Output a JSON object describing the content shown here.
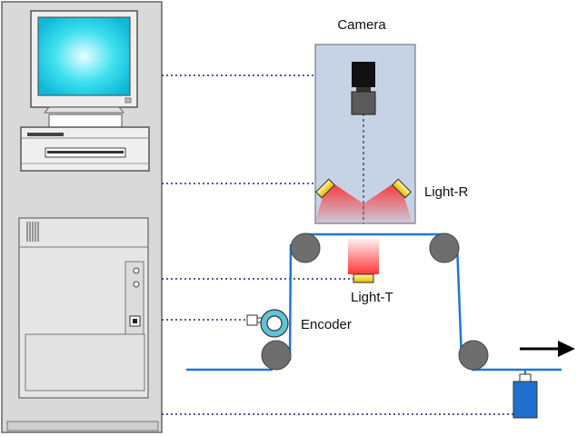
{
  "labels": {
    "camera": "Camera",
    "light_r": "Light-R",
    "light_t": "Light-T",
    "encoder": "Encoder"
  },
  "icons": {
    "cabinet": "computer-cabinet-icon",
    "monitor": "crt-monitor-icon",
    "printer": "printer-icon",
    "camera": "camera-icon",
    "light_r": "reflective-light-icon",
    "light_t": "transmissive-light-icon",
    "encoder": "rotary-encoder-icon",
    "sensor": "trigger-sensor-icon",
    "direction": "direction-arrow-icon"
  },
  "colors": {
    "cabinet": "#d9d9d9",
    "web": "#1f77d4",
    "roller": "#6e6e6e",
    "light_beam": "#ff2a2a",
    "lamp": "#ffe600",
    "encoder_ring": "#5fc3d6",
    "sensor": "#1f6fcf",
    "camera_housing": "#c6d3e6",
    "connector": "#1a237e"
  }
}
